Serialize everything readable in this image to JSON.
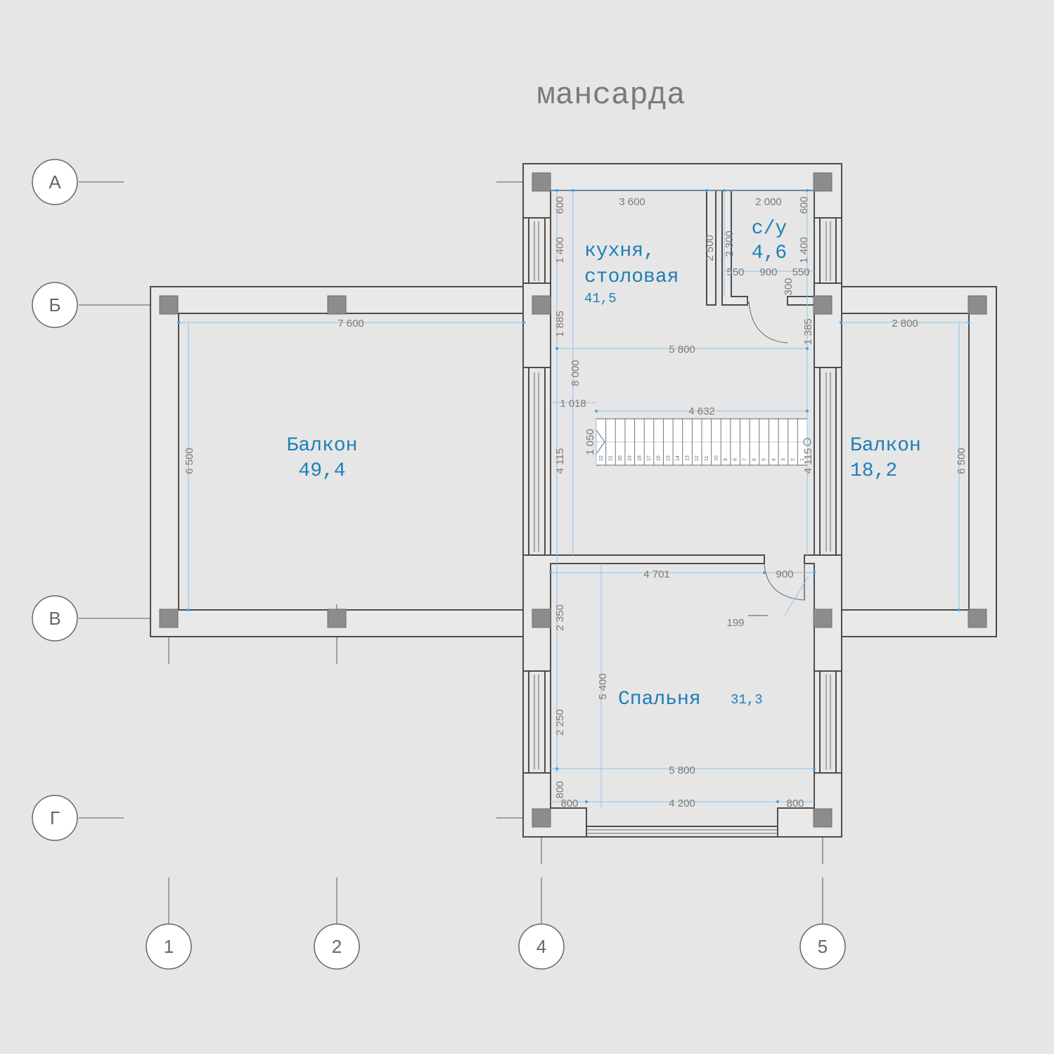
{
  "title": "мансарда",
  "axes": {
    "rows": [
      "А",
      "Б",
      "В",
      "Г"
    ],
    "cols": [
      "1",
      "2",
      "4",
      "5"
    ]
  },
  "rooms": {
    "kitchen": {
      "name_line1": "кухня,",
      "name_line2": "столовая",
      "area": "41,5"
    },
    "wc": {
      "name": "с/у",
      "area": "4,6"
    },
    "balcony_left": {
      "name": "Балкон",
      "area": "49,4"
    },
    "balcony_right": {
      "name": "Балкон",
      "area": "18,2"
    },
    "bedroom": {
      "name": "Спальня",
      "area": "31,3"
    }
  },
  "dimensions": {
    "kitchen_width": "3 600",
    "wc_width": "2 000",
    "left_600": "600",
    "right_600": "600",
    "left_1400": "1 400",
    "right_1400": "1 400",
    "wall_2500": "2 500",
    "wc_2300": "2 300",
    "wc_550_left": "550",
    "wc_900": "900",
    "wc_550_right": "550",
    "wc_300": "300",
    "left_1885": "1 885",
    "right_1385": "1 385",
    "balcony_left_width": "7 600",
    "balcony_right_width": "2 800",
    "hall_width": "5 800",
    "total_8000": "8 000",
    "stair_1018": "1 018",
    "stair_length": "4 632",
    "stair_1050": "1 050",
    "left_4115": "4 115",
    "right_4115": "4 115",
    "balcony_left_depth": "6 500",
    "balcony_right_depth": "6 500",
    "bedroom_4701": "4 701",
    "door_900": "900",
    "door_199": "199",
    "bedroom_2350": "2 350",
    "bedroom_5400": "5 400",
    "bedroom_2250": "2 250",
    "bedroom_width": "5 800",
    "bottom_800_v": "800",
    "bottom_800_left": "800",
    "bottom_4200": "4 200",
    "bottom_800_right": "800"
  },
  "stair_steps": [
    "22",
    "21",
    "20",
    "19",
    "18",
    "17",
    "16",
    "15",
    "14",
    "13",
    "12",
    "11",
    "10",
    "9",
    "8",
    "7",
    "6",
    "5",
    "4",
    "3",
    "2",
    "1"
  ],
  "colors": {
    "room_text": "#1e7fb5",
    "dim_line": "#8fc3ea",
    "dim_text": "#7a7a7a",
    "background": "#e6e6e6"
  }
}
